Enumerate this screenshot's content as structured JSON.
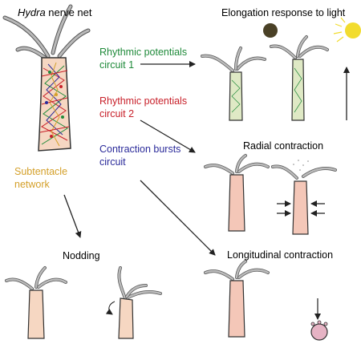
{
  "title": {
    "italic_part": "Hydra",
    "rest": " nerve net"
  },
  "circuits": [
    {
      "line1": "Rhythmic potentials",
      "line2": "circuit 1",
      "color": "#1f8a3a"
    },
    {
      "line1": "Rhythmic potentials",
      "line2": "circuit 2",
      "color": "#c8202a"
    },
    {
      "line1": "Contraction bursts",
      "line2": "circuit",
      "color": "#2b2b9a"
    },
    {
      "line1": "Subtentacle",
      "line2": "network",
      "color": "#d4a02a"
    }
  ],
  "responses": {
    "elongation": "Elongation response to light",
    "radial": "Radial contraction",
    "longitudinal": "Longitudinal contraction",
    "nodding": "Nodding"
  },
  "colors": {
    "body_fill_pink": "#f4c7b8",
    "body_fill_green": "#dfe9c5",
    "body_fill_peach": "#f6d7c2",
    "outline": "#3a3a3a",
    "tentacle": "#9a9a9a",
    "sun": "#f2dc2e",
    "dark_sphere": "#4a4126",
    "arrow": "#222222"
  },
  "icons": [
    "dark-light-icon",
    "bright-sun-icon"
  ]
}
